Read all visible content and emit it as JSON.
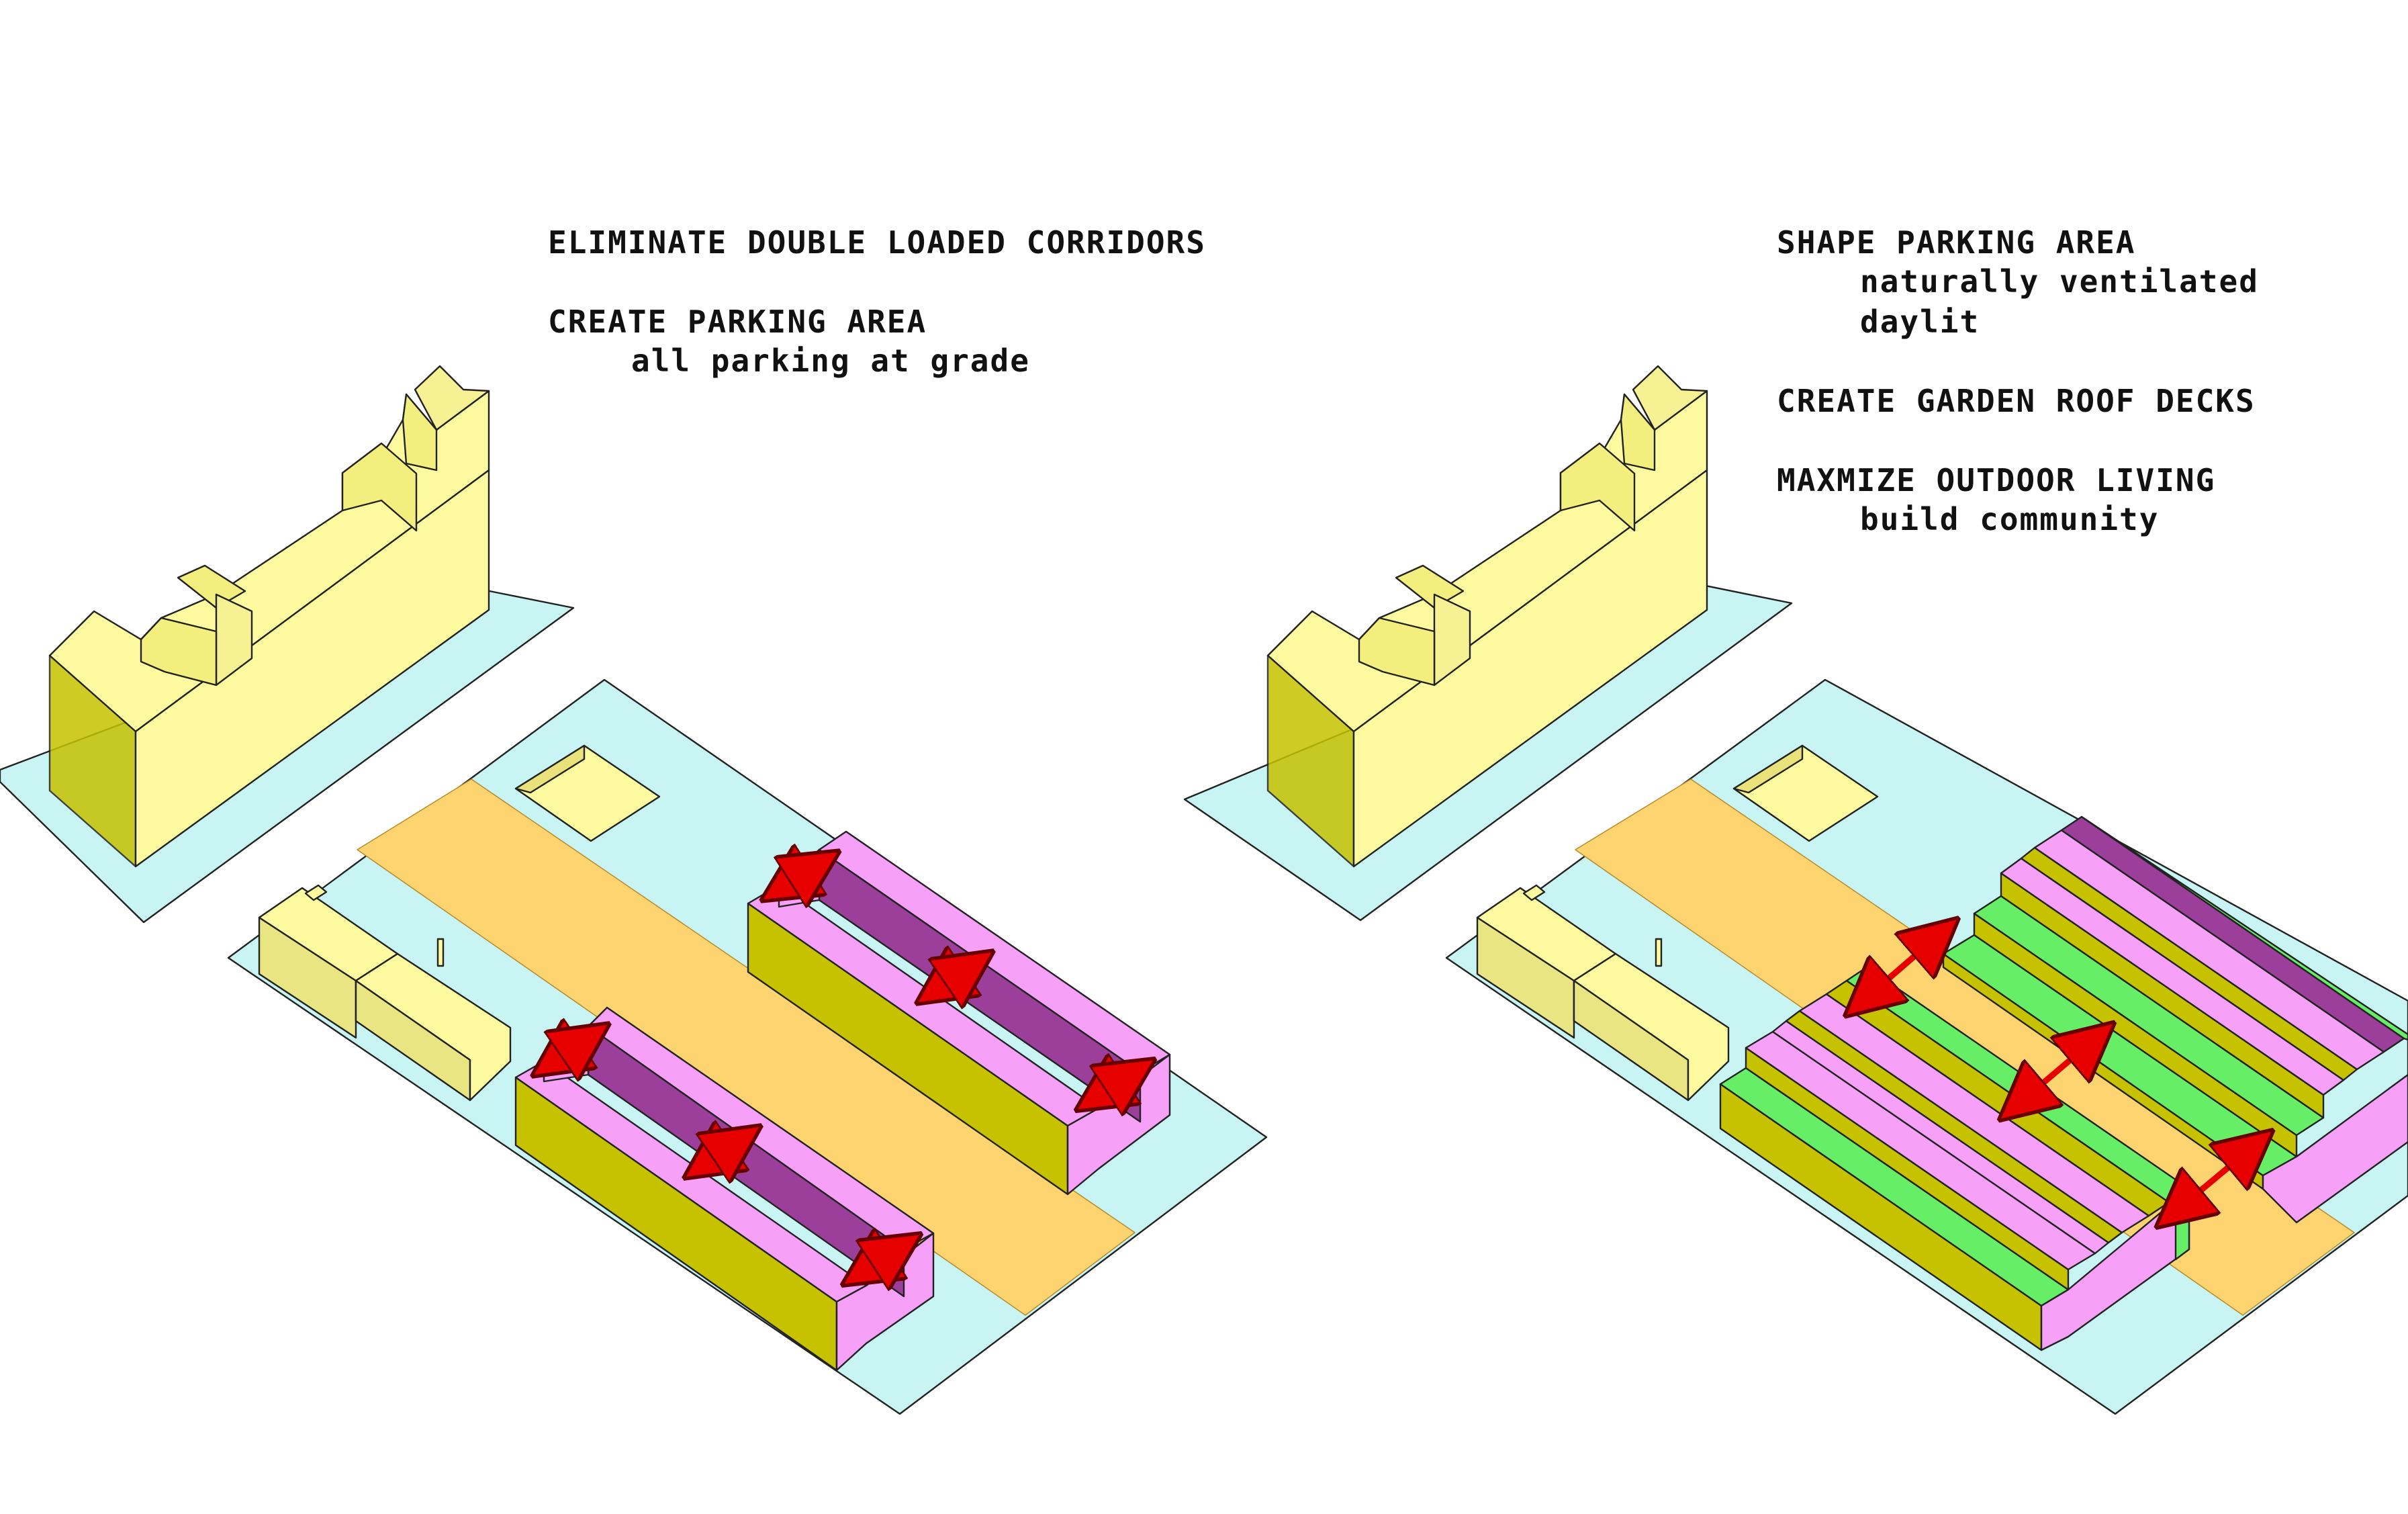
{
  "left_panel": {
    "heading1": "ELIMINATE DOUBLE LOADED CORRIDORS",
    "heading2": "CREATE PARKING AREA",
    "note2": "all parking at grade"
  },
  "right_panel": {
    "heading1": "SHAPE PARKING AREA",
    "note1a": "naturally ventilated",
    "note1b": "daylit",
    "heading2": "CREATE GARDEN ROOF DECKS",
    "heading3": "MAXMIZE OUTDOOR LIVING",
    "note3": "build community"
  },
  "colors": {
    "site": "#c8f4f4",
    "parking": "#fdd470",
    "existing_building": "#fdfaa0",
    "housing_side": "#c6c200",
    "housing_top": "#f7a0f7",
    "corridor": "#9b3f9b",
    "garden_roof": "#66ef66",
    "arrow": "#e60000"
  }
}
